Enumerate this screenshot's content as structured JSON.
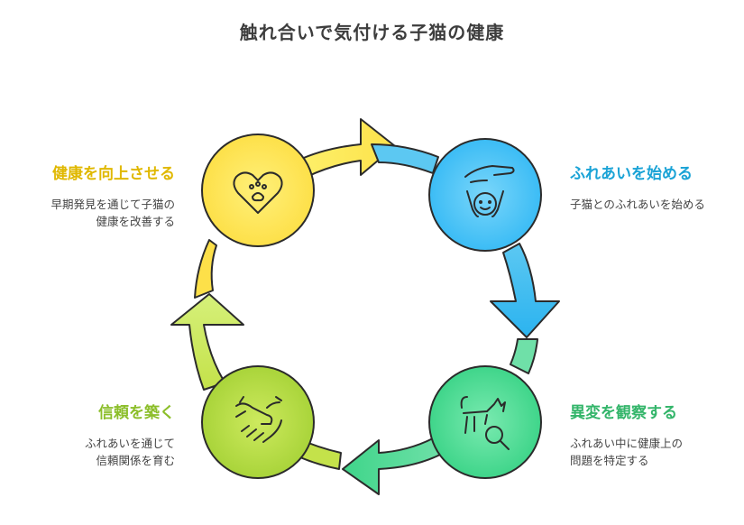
{
  "title": "触れ合いで気付ける子猫の健康",
  "steps": [
    {
      "heading": "ふれあいを始める",
      "desc_lines": [
        "子猫とのふれあいを始める"
      ],
      "color": "#1aa3d6",
      "icon": "hand-and-happy-child-icon"
    },
    {
      "heading": "異変を観察する",
      "desc_lines": [
        "ふれあい中に健康上の",
        "問題を特定する"
      ],
      "color": "#33b56a",
      "icon": "cat-magnifier-icon"
    },
    {
      "heading": "信頼を築く",
      "desc_lines": [
        "ふれあいを通じて",
        "信頼関係を育む"
      ],
      "color": "#8cbe2a",
      "icon": "handshake-icon"
    },
    {
      "heading": "健康を向上させる",
      "desc_lines": [
        "早期発見を通じて子猫の",
        "健康を改善する"
      ],
      "color": "#e0b800",
      "icon": "heart-paw-icon"
    }
  ]
}
